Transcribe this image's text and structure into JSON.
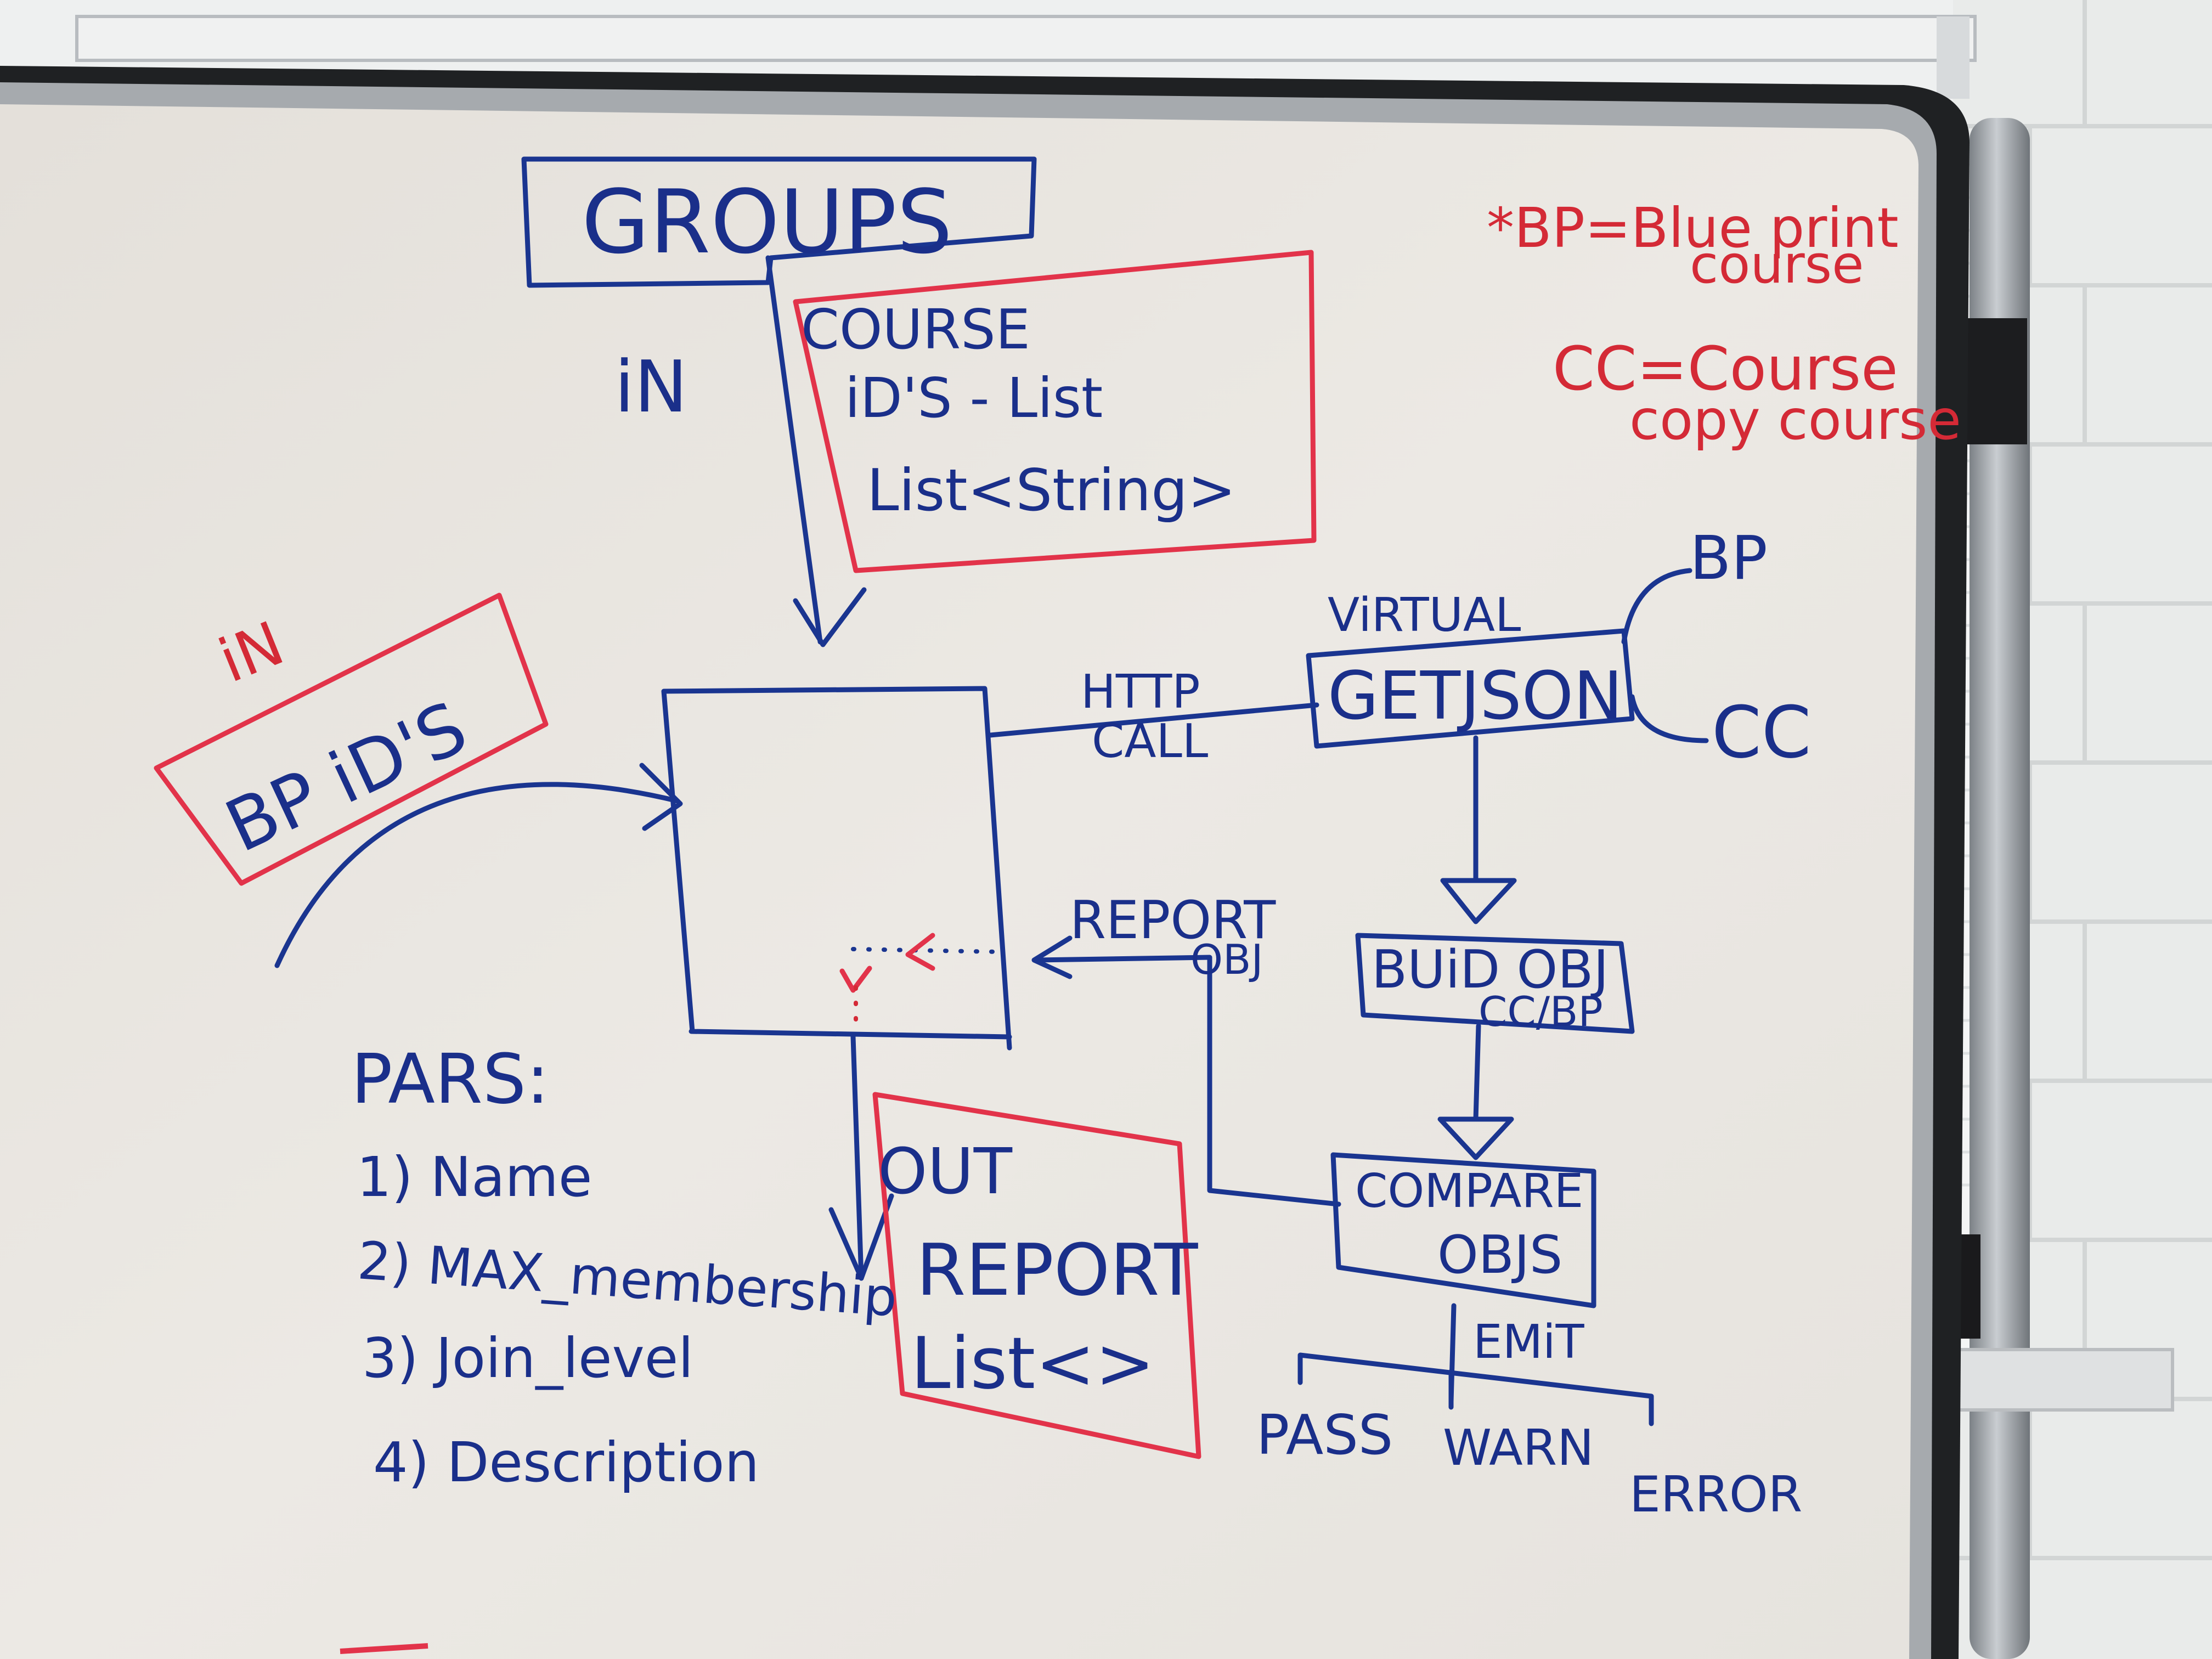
{
  "board": {
    "groups_label": "GROUPS",
    "in_label_top": "iN",
    "course_box": {
      "line1": "COURSE",
      "line2": "iD'S - List",
      "line3": "List<String>"
    },
    "in_label_left": "iN",
    "bp_ids_label": "BP iD'S",
    "http_call": {
      "line1": "HTTP",
      "line2": "CALL"
    },
    "virtual_label": "ViRTUAL",
    "getjson_label": "GETJSON",
    "bp_branch": "BP",
    "cc_branch": "CC",
    "report_obj": {
      "line1": "REPORT",
      "line2": "OBJ"
    },
    "build_obj": {
      "line1": "BUiD OBJ",
      "line2": "CC/BP"
    },
    "compare_objs": {
      "line1": "COMPARE",
      "line2": "OBJS"
    },
    "emit_label": "EMiT",
    "outcomes": [
      "PASS",
      "WARN",
      "ERROR"
    ],
    "out_box": {
      "line1": "OUT",
      "line2": "REPORT",
      "line3": "List<>"
    },
    "legend": {
      "bp_line1": "*BP=Blue print",
      "bp_line2": "course",
      "cc_line1": "CC=Course",
      "cc_line2": "copy course"
    },
    "params": {
      "title": "PARS:",
      "items": [
        "1) Name",
        "2) MAX_membership",
        "3) Join_level",
        "4) Description"
      ]
    }
  },
  "colors": {
    "blue_marker": "#1a3590",
    "red_marker": "#e2334a",
    "board": "#e9e6e1",
    "wall": "#eef0f0",
    "frame": "#9ea3a8"
  }
}
